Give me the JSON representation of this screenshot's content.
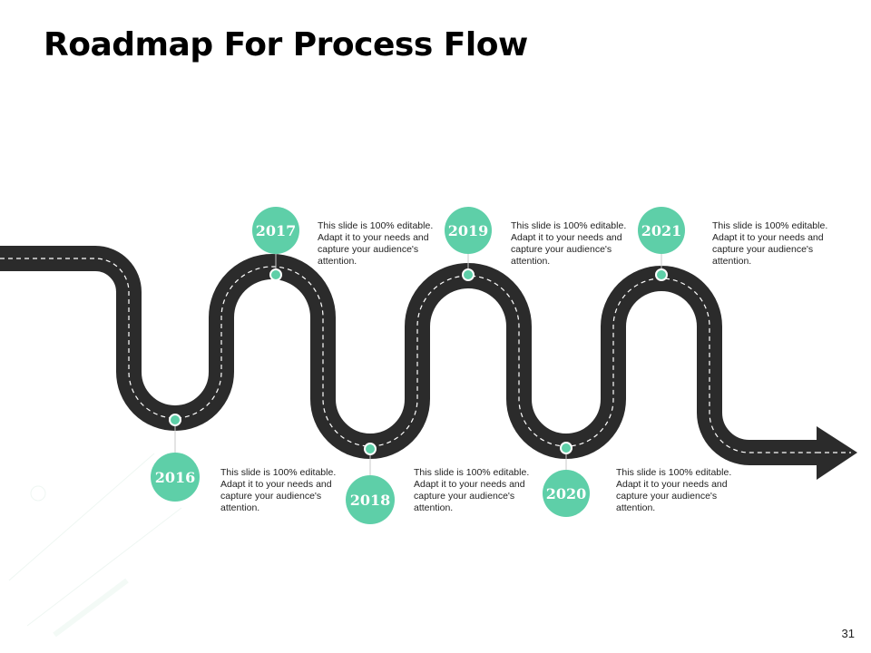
{
  "title": "Roadmap For Process Flow",
  "page_number": "31",
  "colors": {
    "accent": "#5ecfa8",
    "road": "#2b2b2b",
    "text": "#222222"
  },
  "milestones": [
    {
      "year": "2016",
      "text": "This slide is 100% editable.  Adapt it to your needs and capture your audience's attention."
    },
    {
      "year": "2017",
      "text": "This slide is 100% editable.  Adapt it to your needs and capture your audience's attention."
    },
    {
      "year": "2018",
      "text": "This slide is 100% editable.  Adapt it to your needs and capture your audience's attention."
    },
    {
      "year": "2019",
      "text": "This slide is 100% editable.  Adapt it to your needs and capture your audience's attention."
    },
    {
      "year": "2020",
      "text": "This slide is 100% editable.  Adapt it to your needs and capture your audience's attention."
    },
    {
      "year": "2021",
      "text": "This slide is 100% editable.  Adapt it to your needs and capture your audience's attention."
    }
  ]
}
